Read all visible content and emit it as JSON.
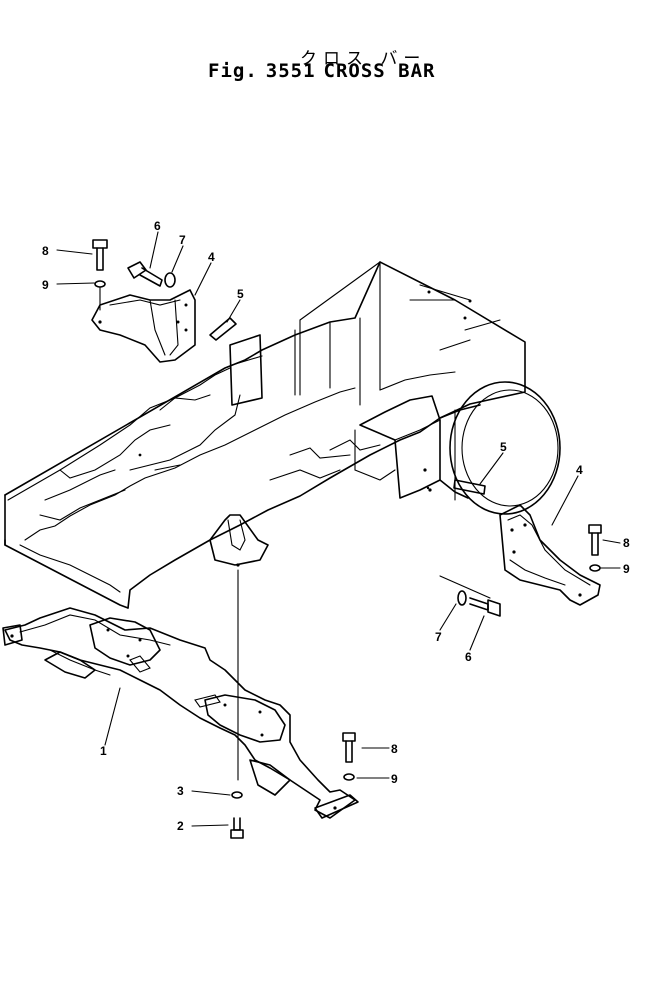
{
  "title": {
    "japanese": "クロス バー",
    "fig_label": "Fig.",
    "fig_number": "3551",
    "name": "CROSS BAR"
  },
  "callouts": [
    {
      "id": "c1",
      "label": "1"
    },
    {
      "id": "c2",
      "label": "2"
    },
    {
      "id": "c3",
      "label": "3"
    },
    {
      "id": "c4a",
      "label": "4"
    },
    {
      "id": "c4b",
      "label": "4"
    },
    {
      "id": "c5a",
      "label": "5"
    },
    {
      "id": "c5b",
      "label": "5"
    },
    {
      "id": "c6a",
      "label": "6"
    },
    {
      "id": "c6b",
      "label": "6"
    },
    {
      "id": "c7a",
      "label": "7"
    },
    {
      "id": "c7b",
      "label": "7"
    },
    {
      "id": "c8a",
      "label": "8"
    },
    {
      "id": "c8b",
      "label": "8"
    },
    {
      "id": "c8c",
      "label": "8"
    },
    {
      "id": "c9a",
      "label": "9"
    },
    {
      "id": "c9b",
      "label": "9"
    },
    {
      "id": "c9c",
      "label": "9"
    }
  ]
}
